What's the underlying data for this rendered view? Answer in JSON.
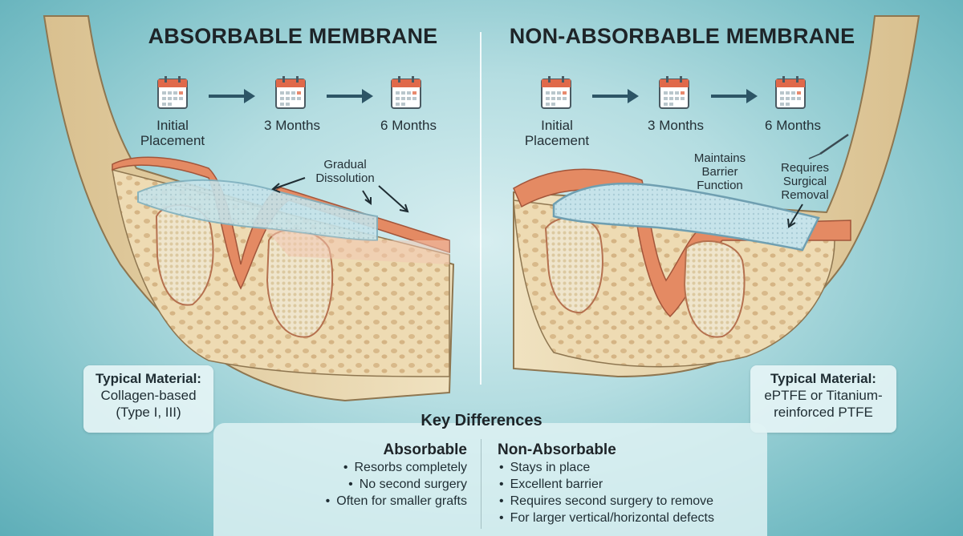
{
  "left": {
    "title": "ABSORBABLE MEMBRANE",
    "timeline": [
      {
        "label_line1": "Initial",
        "label_line2": "Placement"
      },
      {
        "label_line1": "3 Months",
        "label_line2": ""
      },
      {
        "label_line1": "6 Months",
        "label_line2": ""
      }
    ],
    "annotation": {
      "line1": "Gradual",
      "line2": "Dissolution"
    },
    "material": {
      "heading": "Typical Material:",
      "line1": "Collagen-based",
      "line2": "(Type I, III)"
    }
  },
  "right": {
    "title": "NON-ABSORBABLE MEMBRANE",
    "timeline": [
      {
        "label_line1": "Initial",
        "label_line2": "Placement"
      },
      {
        "label_line1": "3 Months",
        "label_line2": ""
      },
      {
        "label_line1": "6 Months",
        "label_line2": ""
      }
    ],
    "annotation_barrier": {
      "line1": "Maintains",
      "line2": "Barrier",
      "line3": "Function"
    },
    "annotation_removal": {
      "line1": "Requires",
      "line2": "Surgical",
      "line3": "Removal"
    },
    "material": {
      "heading": "Typical Material:",
      "line1": "ePTFE or Titanium-",
      "line2": "reinforced PTFE"
    }
  },
  "key": {
    "title": "Key Differences",
    "absorbable": {
      "heading": "Absorbable",
      "items": [
        "Resorbs completely",
        "No second surgery",
        "Often for smaller grafts"
      ]
    },
    "non_absorbable": {
      "heading": "Non-Absorbable",
      "items": [
        "Stays in place",
        "Excellent barrier",
        "Requires second surgery to remove",
        "For larger vertical/horizontal defects"
      ]
    }
  },
  "colors": {
    "bone": "#efdcb4",
    "gum": "#e48a63",
    "graft": "#efe3c6",
    "membrane": "#bcdde6",
    "arrow": "#2d5566"
  }
}
